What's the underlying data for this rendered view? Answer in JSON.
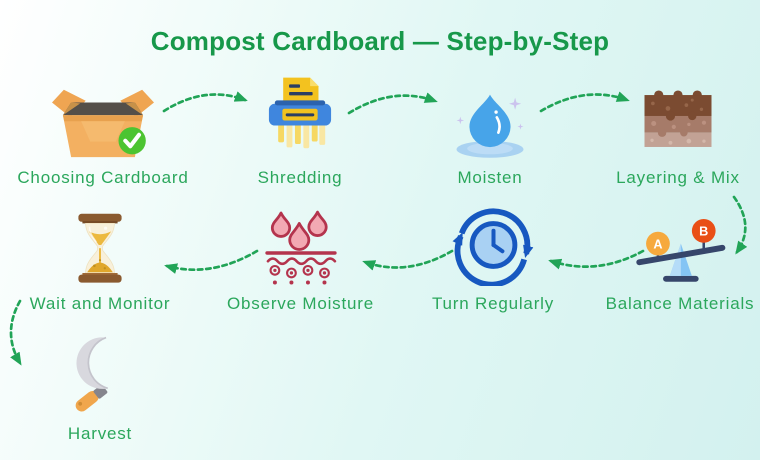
{
  "title": "Compost Cardboard — Step-by-Step",
  "steps": [
    {
      "label": "Choosing Cardboard",
      "icon": "cardboard-box-check-icon"
    },
    {
      "label": "Shredding",
      "icon": "paper-shredder-icon"
    },
    {
      "label": "Moisten",
      "icon": "water-drop-icon"
    },
    {
      "label": "Layering & Mix",
      "icon": "soil-layers-icon"
    },
    {
      "label": "Balance Materials",
      "icon": "balance-scale-icon",
      "badges": [
        "A",
        "B"
      ]
    },
    {
      "label": "Turn Regularly",
      "icon": "rotate-clock-icon"
    },
    {
      "label": "Observe Moisture",
      "icon": "moisture-observe-icon"
    },
    {
      "label": "Wait and Monitor",
      "icon": "hourglass-icon"
    },
    {
      "label": "Harvest",
      "icon": "sickle-icon"
    }
  ],
  "flow_order": [
    "Choosing Cardboard",
    "Shredding",
    "Moisten",
    "Layering & Mix",
    "Balance Materials",
    "Turn Regularly",
    "Observe Moisture",
    "Wait and Monitor",
    "Harvest"
  ],
  "colors": {
    "title_green": "#17984a",
    "label_green": "#2ba75c",
    "arrow_green": "#21a457",
    "background_top_left": "#ffffff",
    "background_bottom_right": "#d3f1ef"
  }
}
